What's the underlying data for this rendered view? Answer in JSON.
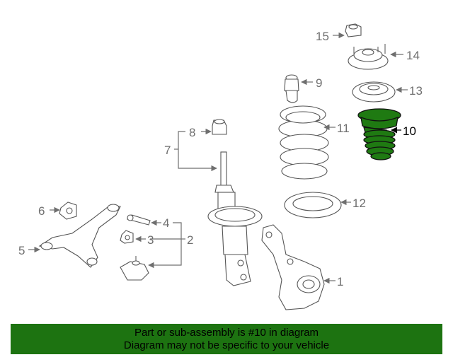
{
  "callouts": {
    "c1": "1",
    "c2": "2",
    "c3": "3",
    "c4": "4",
    "c5": "5",
    "c6": "6",
    "c7": "7",
    "c8": "8",
    "c9": "9",
    "c10": "10",
    "c11": "11",
    "c12": "12",
    "c13": "13",
    "c14": "14",
    "c15": "15"
  },
  "banner": {
    "line1": "Part or sub-assembly is #10 in diagram",
    "line2": "Diagram may not be specific to your vehicle"
  },
  "colors": {
    "highlight_part": "#1f7a12",
    "banner_bg": "#1d7311",
    "line_gray": "#6f6f6f"
  }
}
